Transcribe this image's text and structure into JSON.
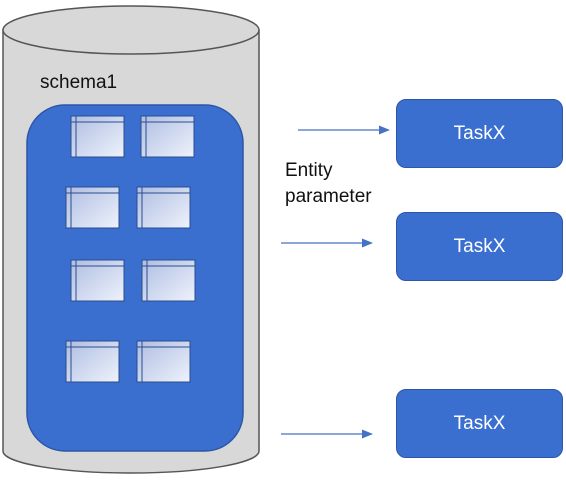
{
  "database": {
    "label": "schema1",
    "table_count": 8
  },
  "parameter": {
    "line1": "Entity",
    "line2": "parameter"
  },
  "tasks": [
    {
      "label": "TaskX"
    },
    {
      "label": "TaskX"
    },
    {
      "label": "TaskX"
    }
  ],
  "colors": {
    "cylinder_fill": "#d8d8d8",
    "cylinder_stroke": "#555555",
    "panel_fill": "#3a6fd0",
    "panel_stroke": "#2c56a6",
    "table_fill": "#c5d3f0",
    "arrow": "#4472c4",
    "task_fill": "#3a6fd0"
  }
}
